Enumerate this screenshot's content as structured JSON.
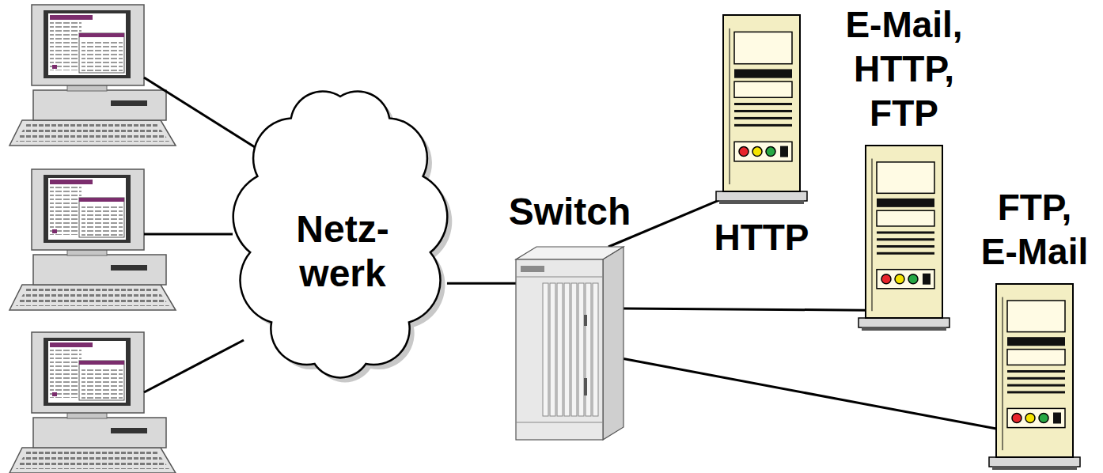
{
  "diagram": {
    "nodes": [
      {
        "text": [
          "Netz- werk"
        ]
      },
      {
        "text": [
          "Switch"
        ]
      },
      {
        "text": [
          "HTTP"
        ]
      },
      {
        "text": [
          "E-Mail, HTTP, FTP"
        ]
      },
      {
        "text": [
          "FTP, E-Mail"
        ]
      }
    ],
    "edges": [
      {
        "from": 0,
        "to": 1,
        "arrow": "none"
      },
      {
        "from": 1,
        "to": 2,
        "arrow": "none"
      },
      {
        "from": 1,
        "to": 3,
        "arrow": "none"
      },
      {
        "from": 1,
        "to": 4,
        "arrow": "none"
      }
    ]
  }
}
